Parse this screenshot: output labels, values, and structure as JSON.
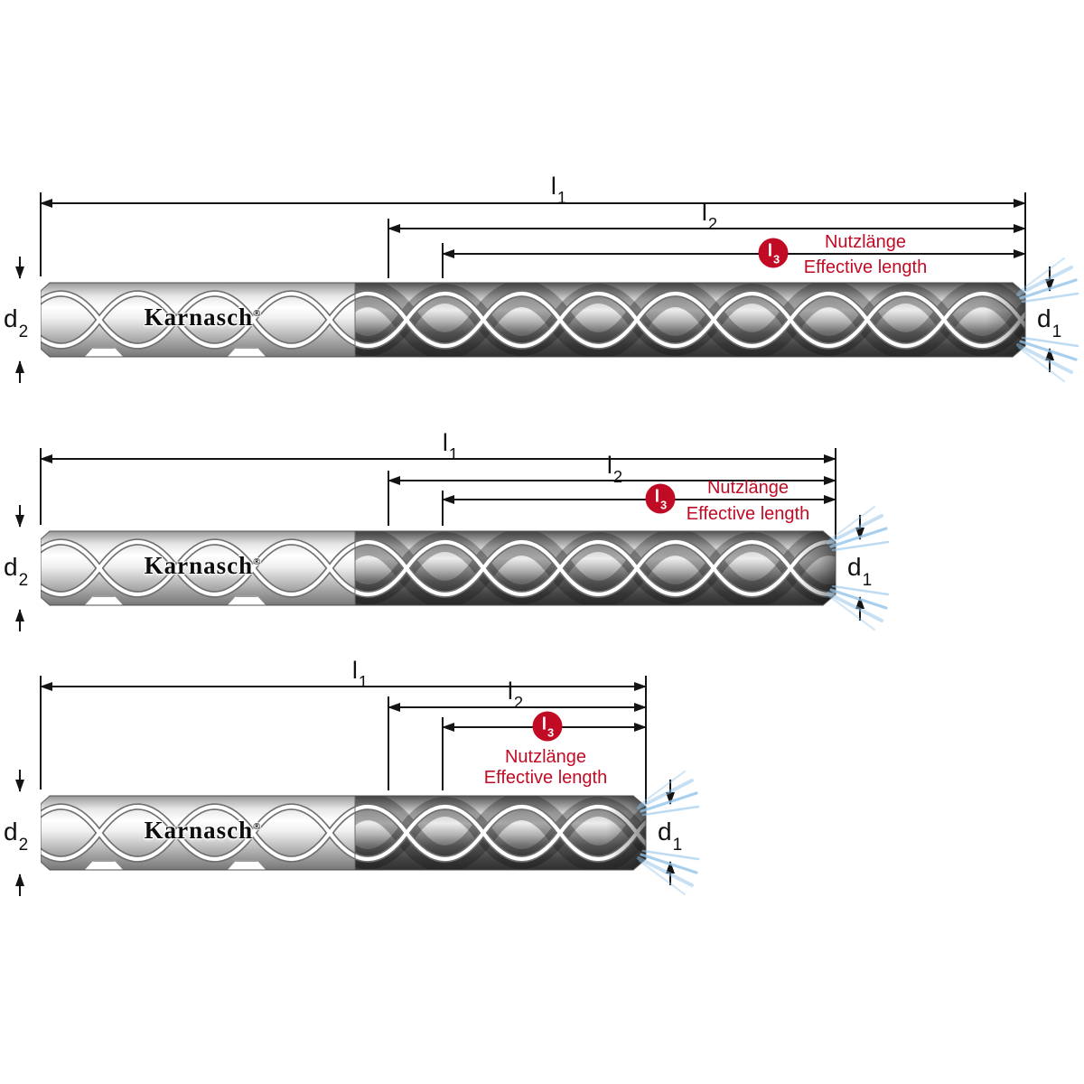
{
  "page": {
    "background": "#ffffff"
  },
  "colors": {
    "accent_red": "#c10b25",
    "coolant_blue": "#8fc1e8",
    "line": "#141414"
  },
  "brand": {
    "logo_text": "Karnasch",
    "registered": "®"
  },
  "dimension_labels": {
    "l1": {
      "base": "l",
      "sub": "1"
    },
    "l2": {
      "base": "l",
      "sub": "2"
    },
    "l3": {
      "base": "l",
      "sub": "3"
    },
    "d1": {
      "base": "d",
      "sub": "1"
    },
    "d2": {
      "base": "d",
      "sub": "2"
    }
  },
  "annotations": {
    "usable_length_de": "Nutzlänge",
    "usable_length_en": "Effective length"
  },
  "drills": [
    {
      "position": "top"
    },
    {
      "position": "middle"
    },
    {
      "position": "bottom"
    }
  ]
}
